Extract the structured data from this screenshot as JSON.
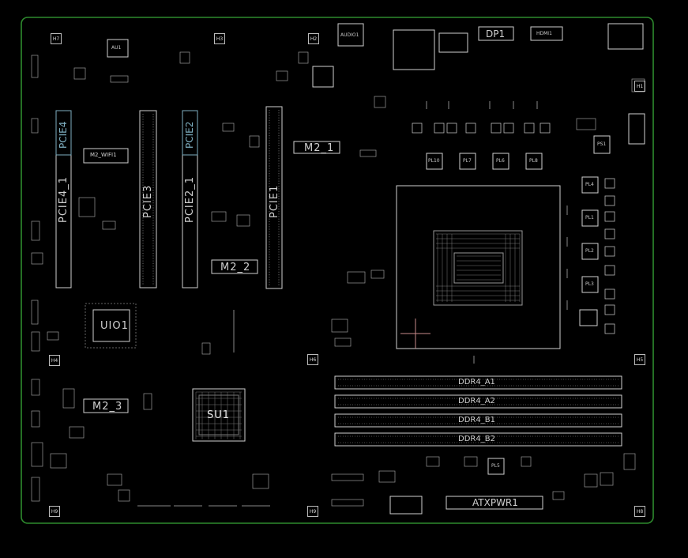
{
  "board": {
    "outline_color": "#2e8b2e",
    "background": "#000000",
    "silk_color": "#cfcfcf",
    "accent_color": "#7fb0c2"
  },
  "labels": {
    "dp1": "DP1",
    "hdmi1": "HDMI1",
    "audio1": "AUDIO1",
    "au1": "AU1",
    "m2_wifi1": "M2_WIFI1",
    "m2_1": "M2_1",
    "m2_2": "M2_2",
    "m2_3": "M2_3",
    "uio1": "UIO1",
    "su1": "SU1",
    "pcie1": "PCIE1",
    "pcie2_1": "PCIE2_1",
    "pcie3": "PCIE3",
    "pcie4_1": "PCIE4_1",
    "pcie4_top": "PCIE4",
    "pcie2_top": "PCIE2",
    "ddr4_a1": "DDR4_A1",
    "ddr4_a2": "DDR4_A2",
    "ddr4_b1": "DDR4_B1",
    "ddr4_b2": "DDR4_B2",
    "atxpwr1": "ATXPWR1",
    "pl1": "PL1",
    "pl2": "PL2",
    "pl3": "PL3",
    "pl4": "PL4",
    "pl5": "PL5",
    "pl6": "PL6",
    "pl7": "PL7",
    "pl8": "PL8",
    "pl10": "PL10",
    "ps1": "PS1"
  },
  "holes": {
    "h1": "H1",
    "h2": "H2",
    "h3": "H3",
    "h4": "H4",
    "h5": "H5",
    "h6": "H6",
    "h7": "H7",
    "h8": "H8",
    "h9": "H9"
  }
}
